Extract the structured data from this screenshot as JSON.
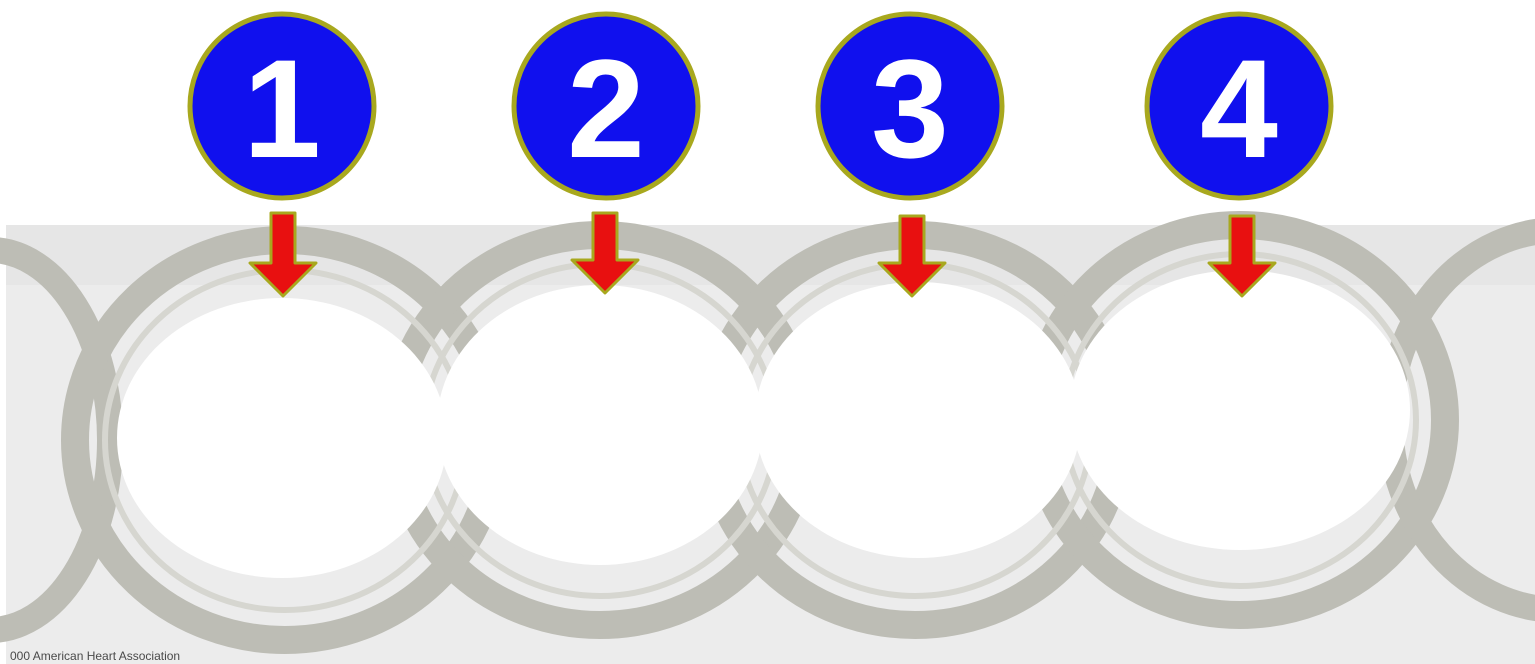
{
  "steps": [
    {
      "number": "1"
    },
    {
      "number": "2"
    },
    {
      "number": "3"
    },
    {
      "number": "4"
    }
  ],
  "footer": {
    "credit": "000 American Heart Association"
  },
  "colors": {
    "badge_fill": "#1010ee",
    "badge_border": "#a8a81e",
    "arrow_fill": "#e81010",
    "arrow_border": "#a8a81e",
    "band_background": "#ececec",
    "ring": "#bdbdb5",
    "opening": "#ffffff"
  }
}
